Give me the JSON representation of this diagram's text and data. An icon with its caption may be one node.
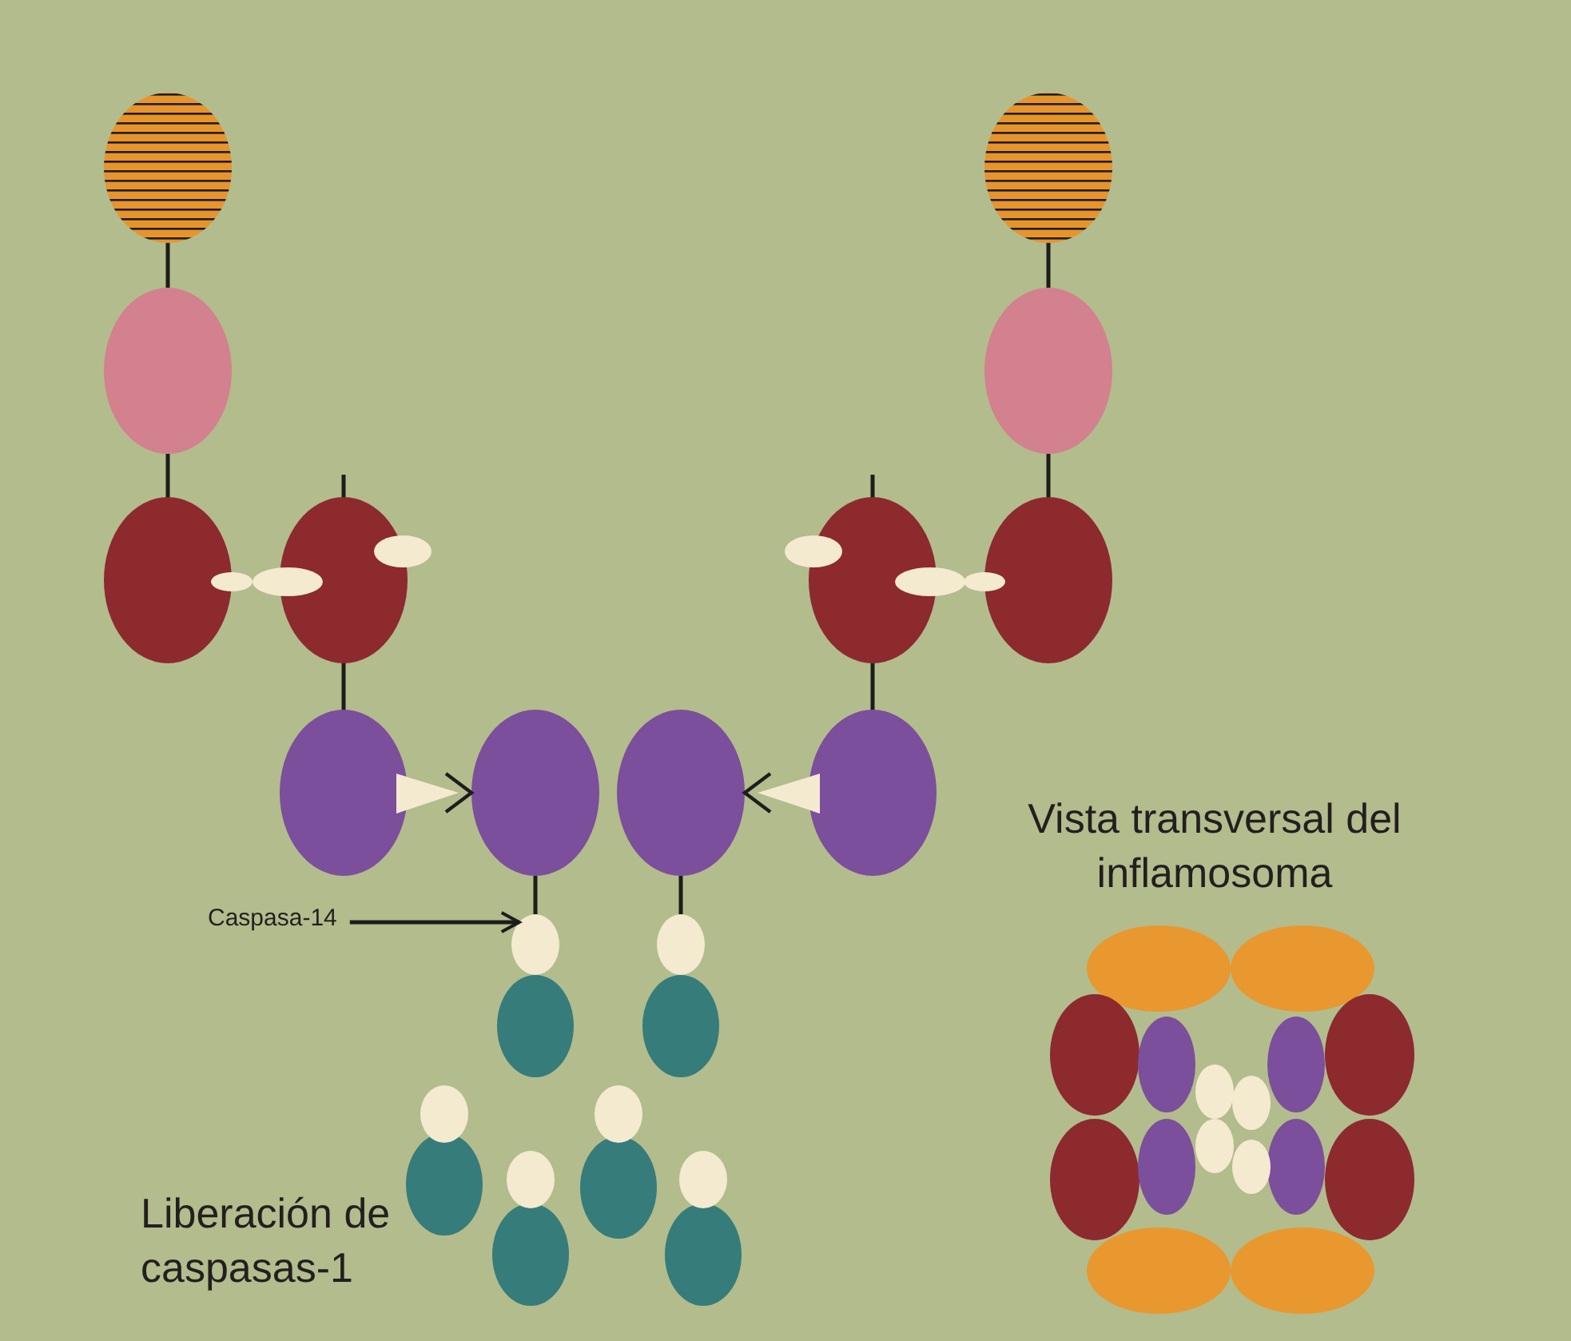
{
  "diagram": {
    "nodes": [
      {
        "text": [],
        "shape": "circle"
      },
      {
        "text": [],
        "shape": "circle"
      },
      {
        "text": [],
        "shape": "circle"
      },
      {
        "text": [],
        "shape": "circle"
      },
      {
        "text": [
          "Caspasa-14"
        ]
      },
      {
        "text": [],
        "shape": "circle"
      },
      {
        "text": [],
        "shape": "circle"
      }
    ],
    "edges": [
      {
        "from": 0,
        "to": 1,
        "arrow": "to"
      },
      {
        "from": 3,
        "to": 2,
        "arrow": "to"
      },
      {
        "from": 4,
        "to": 5,
        "arrow": "to"
      },
      {
        "from": 1,
        "to": 5,
        "arrow": "none"
      },
      {
        "from": 2,
        "to": 6,
        "arrow": "none"
      }
    ],
    "labels": [
      "Vista transversal del inflamosoma",
      "Liberación de caspasas-1"
    ]
  }
}
